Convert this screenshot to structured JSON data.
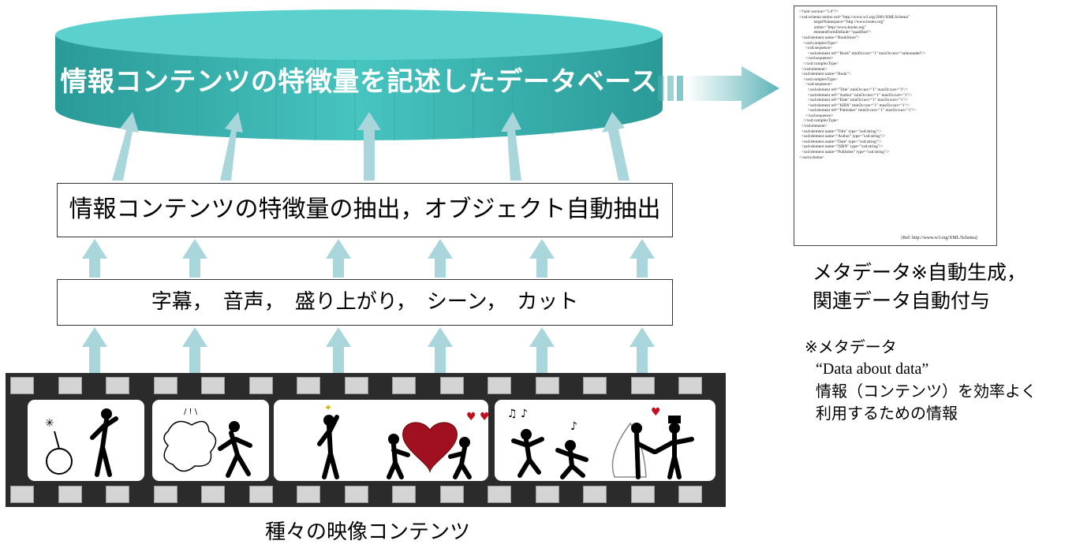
{
  "database": {
    "label": "情報コンテンツの特徴量を記述したデータベース"
  },
  "extraction": {
    "label": "情報コンテンツの特徴量の抽出，オブジェクト自動抽出"
  },
  "features": {
    "label": "字幕，　音声，　盛り上がり，　シーン，　カット"
  },
  "film": {
    "caption": "種々の映像コンテンツ"
  },
  "metadata": {
    "line1": "メタデータ※自動生成，",
    "line2": "関連データ自動付与"
  },
  "footnote": {
    "title": "※メタデータ",
    "line1": "“Data about data”",
    "line2": "情報（コンテンツ）を効率よく",
    "line3": "利用するための情報"
  },
  "xml": {
    "lines": [
      "<?xml version=\"1.0\"?>",
      "<xsd:schema xmlns:xsd=\"http://www.w3.org/2001/XMLSchema\"",
      "              targetNamespace=\"http://www.books.org\"",
      "              xmlns=\"http://www.books.org\"",
      "              elementFormDefault=\"qualified\">",
      "  <xsd:element name=\"BookStore\">",
      "    <xsd:complexType>",
      "      <xsd:sequence>",
      "        <xsd:element ref=\"Book\" minOccurs=\"1\" maxOccurs=\"unbounded\"/>",
      "      </xsd:sequence>",
      "    </xsd:complexType>",
      "  </xsd:element>",
      "  <xsd:element name=\"Book\">",
      "    <xsd:complexType>",
      "      <xsd:sequence>",
      "        <xsd:element ref=\"Title\" minOccurs=\"1\" maxOccurs=\"1\"/>",
      "        <xsd:element ref=\"Author\" minOccurs=\"1\" maxOccurs=\"1\"/>",
      "        <xsd:element ref=\"Date\" minOccurs=\"1\" maxOccurs=\"1\"/>",
      "        <xsd:element ref=\"ISBN\" minOccurs=\"1\" maxOccurs=\"1\"/>",
      "        <xsd:element ref=\"Publisher\" minOccurs=\"1\" maxOccurs=\"1\"/>",
      "      </xsd:sequence>",
      "    </xsd:complexType>",
      "  </xsd:element>",
      "  <xsd:element name=\"Title\" type=\"xsd:string\"/>",
      "  <xsd:element name=\"Author\" type=\"xsd:string\"/>",
      "  <xsd:element name=\"Date\" type=\"xsd:string\"/>",
      "  <xsd:element name=\"ISBN\" type=\"xsd:string\"/>",
      "  <xsd:element name=\"Publisher\" type=\"xsd:string\"/>",
      "</xsd:schema>"
    ],
    "ref": "(Ref: http://www.w3.org/XML/Schema)"
  },
  "colors": {
    "teal": "#3fb4b0",
    "arrow": "#a9d6db",
    "film": "#2b2b2b"
  }
}
